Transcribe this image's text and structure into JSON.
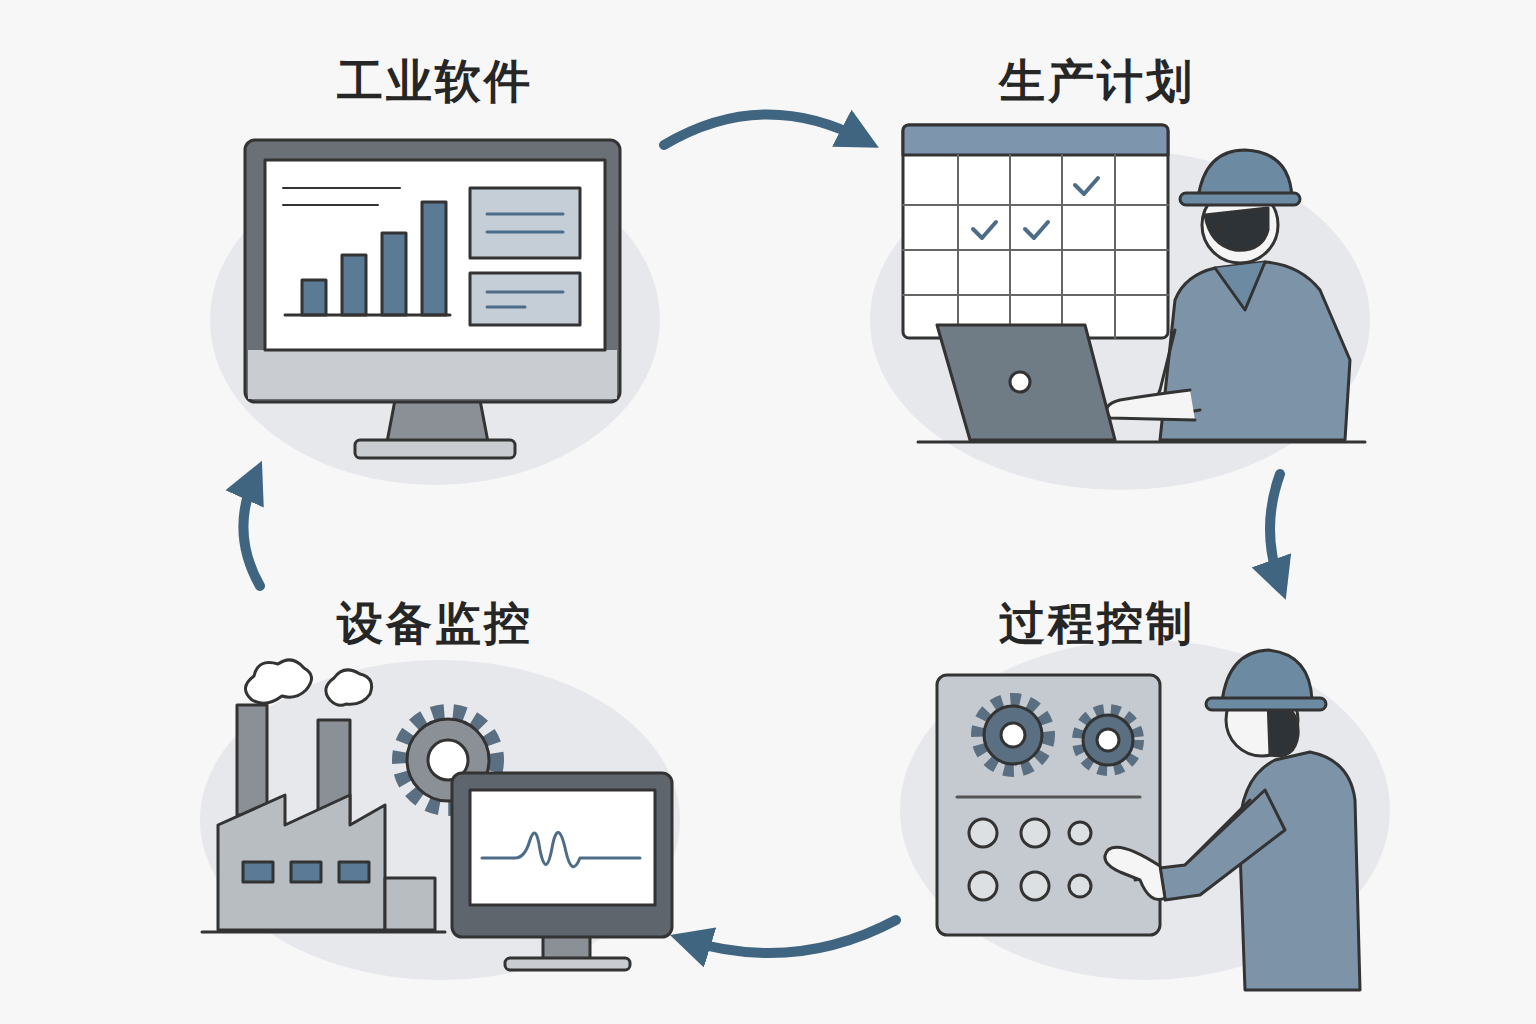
{
  "diagram": {
    "nodes": [
      {
        "text": [
          "工业软件"
        ]
      },
      {
        "text": [
          "生产计划"
        ]
      },
      {
        "text": [
          "过程控制"
        ]
      },
      {
        "text": [
          "设备监控"
        ]
      }
    ],
    "edges": [
      {
        "from": 0,
        "to": 1,
        "arrow": "to"
      },
      {
        "from": 1,
        "to": 2,
        "arrow": "to"
      },
      {
        "from": 2,
        "to": 3,
        "arrow": "to"
      },
      {
        "from": 3,
        "to": 0,
        "arrow": "to"
      }
    ]
  }
}
